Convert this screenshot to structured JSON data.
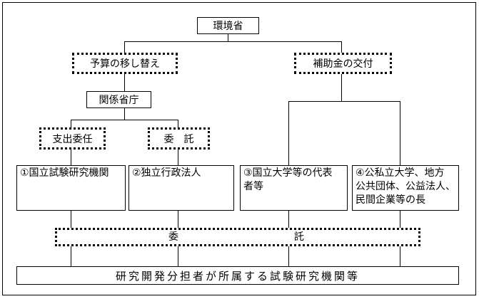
{
  "diagram": {
    "ministry": "環境省",
    "budget_transfer": "予算の移し替え",
    "subsidy": "補助金の交付",
    "related_ministries": "関係省庁",
    "expenditure_delegation": "支出委任",
    "consignment_small": "委　託",
    "org1": "①国立試験研究機関",
    "org2": "②独立行政法人",
    "org3_line1": "③国立大学等の代表",
    "org3_line2": "者等",
    "org4_line1": "④公私立大学、地方",
    "org4_line2": "公共団体、公益法人、",
    "org4_line3": "民間企業等の長",
    "consignment_left": "委",
    "consignment_right": "託",
    "bottom": "研究開発分担者が所属する試験研究機関等"
  }
}
